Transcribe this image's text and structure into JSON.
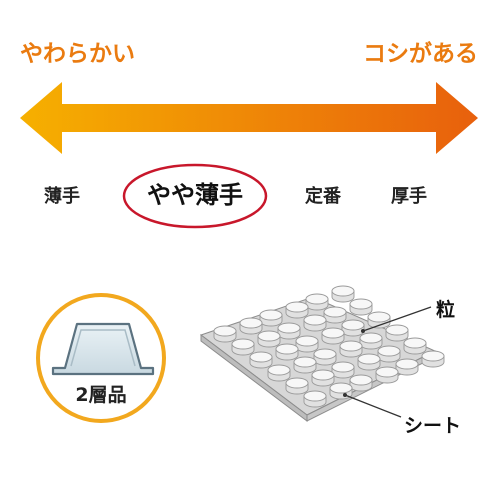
{
  "scale": {
    "left_label": "やわらかい",
    "right_label": "コシがある",
    "colors": {
      "start": "#f6b000",
      "end": "#e8600d",
      "label": "#ea7b10",
      "highlight_ring": "#c8172b"
    },
    "levels": [
      "薄手",
      "やや薄手",
      "定番",
      "厚手"
    ],
    "selected_level": "やや薄手"
  },
  "badge": {
    "label": "2層品",
    "ring_color": "#f2a81e"
  },
  "diagram": {
    "callout_grain": "粒",
    "callout_sheet": "シート"
  }
}
